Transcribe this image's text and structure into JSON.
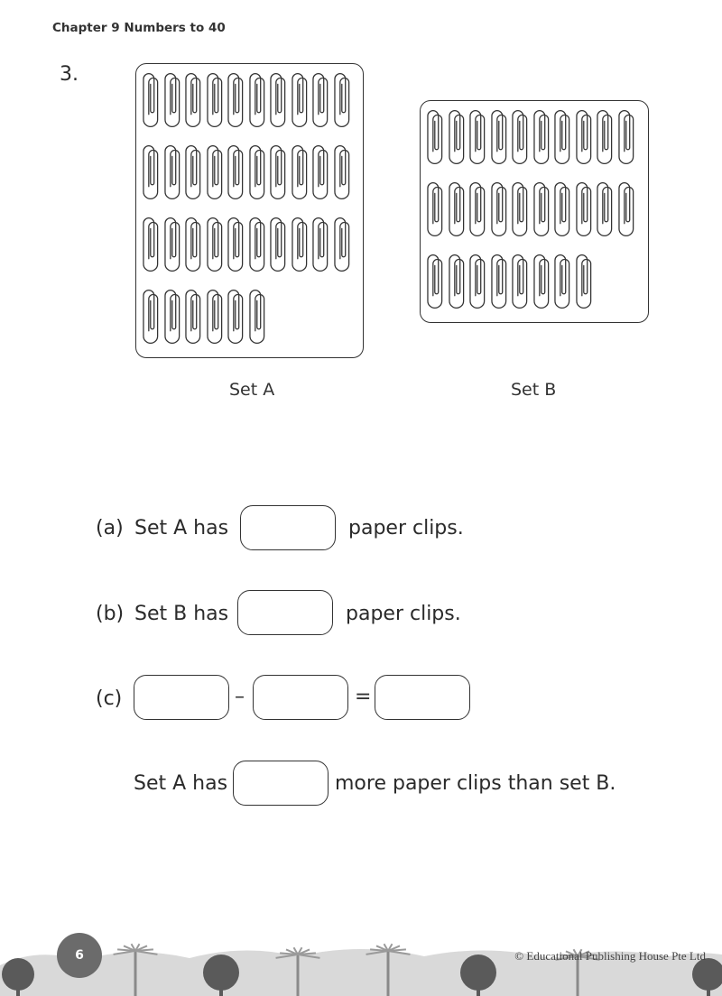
{
  "header": {
    "chapter": "Chapter 9  Numbers to 40"
  },
  "question": {
    "number": "3.",
    "set_a": {
      "label": "Set A",
      "rows": [
        10,
        10,
        10,
        6
      ],
      "total_clips": 36
    },
    "set_b": {
      "label": "Set B",
      "rows": [
        10,
        10,
        8
      ],
      "total_clips": 28
    },
    "part_a": {
      "prefix": "(a)",
      "text_before": "Set A has",
      "text_after": "paper clips.",
      "answer": ""
    },
    "part_b": {
      "prefix": "(b)",
      "text_before": "Set B has",
      "text_after": "paper clips.",
      "answer": ""
    },
    "part_c": {
      "prefix": "(c)",
      "minus": "–",
      "equals": "=",
      "box1": "",
      "box2": "",
      "box3": ""
    },
    "part_d": {
      "text_before": "Set A has",
      "text_after": "more paper clips than set B.",
      "answer": ""
    }
  },
  "footer": {
    "page_number": "6",
    "copyright": "© Educational Publishing House Pte Ltd",
    "band_color": "#d9d9d9",
    "tree_color": "#5a5a5a"
  }
}
